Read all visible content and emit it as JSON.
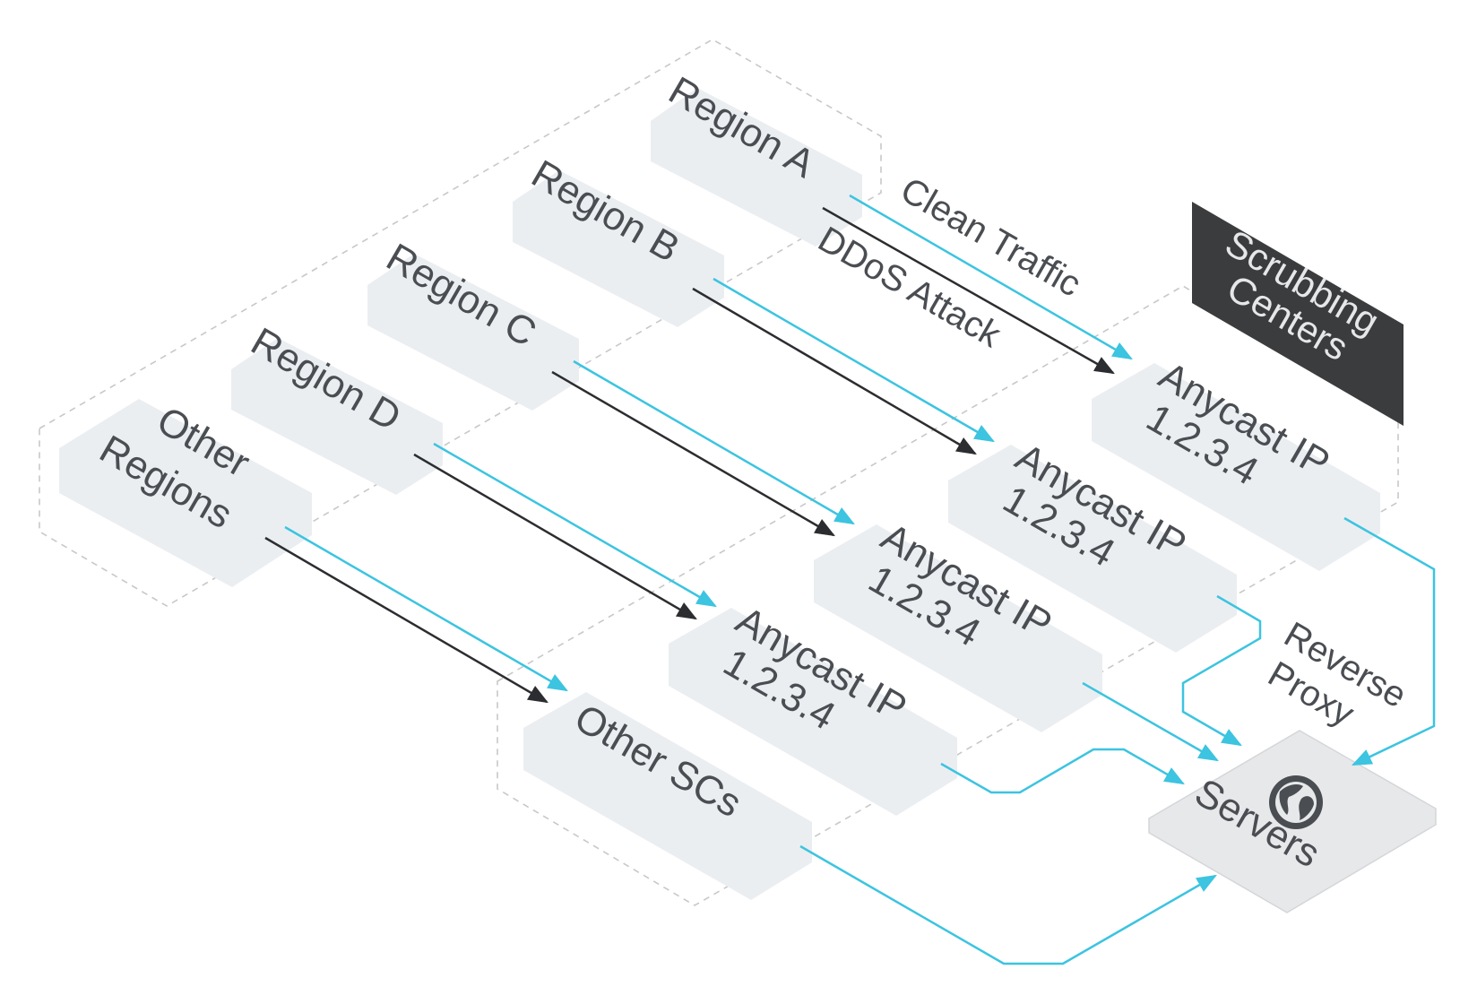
{
  "colors": {
    "tile": "#ebeef1",
    "server_tile": "#e7e8ea",
    "dark_tile": "#3b3c3e",
    "clean": "#3cc4e0",
    "attack": "#2c2d30",
    "zone_border": "#c8c8c8",
    "text": "#4a4d52"
  },
  "regions": {
    "a": "Region A",
    "b": "Region B",
    "c": "Region C",
    "d": "Region D",
    "other_line1": "Other",
    "other_line2": "Regions"
  },
  "flows": {
    "clean": "Clean Traffic",
    "attack": "DDoS Attack"
  },
  "scrubbing": {
    "line1": "Scrubbing",
    "line2": "Centers"
  },
  "anycast": {
    "line1": "Anycast IP",
    "line2": "1.2.3.4"
  },
  "other_scs": "Other SCs",
  "reverse_proxy": {
    "line1": "Reverse",
    "line2": "Proxy"
  },
  "servers": {
    "label": "Servers",
    "icon": "globe-icon"
  }
}
